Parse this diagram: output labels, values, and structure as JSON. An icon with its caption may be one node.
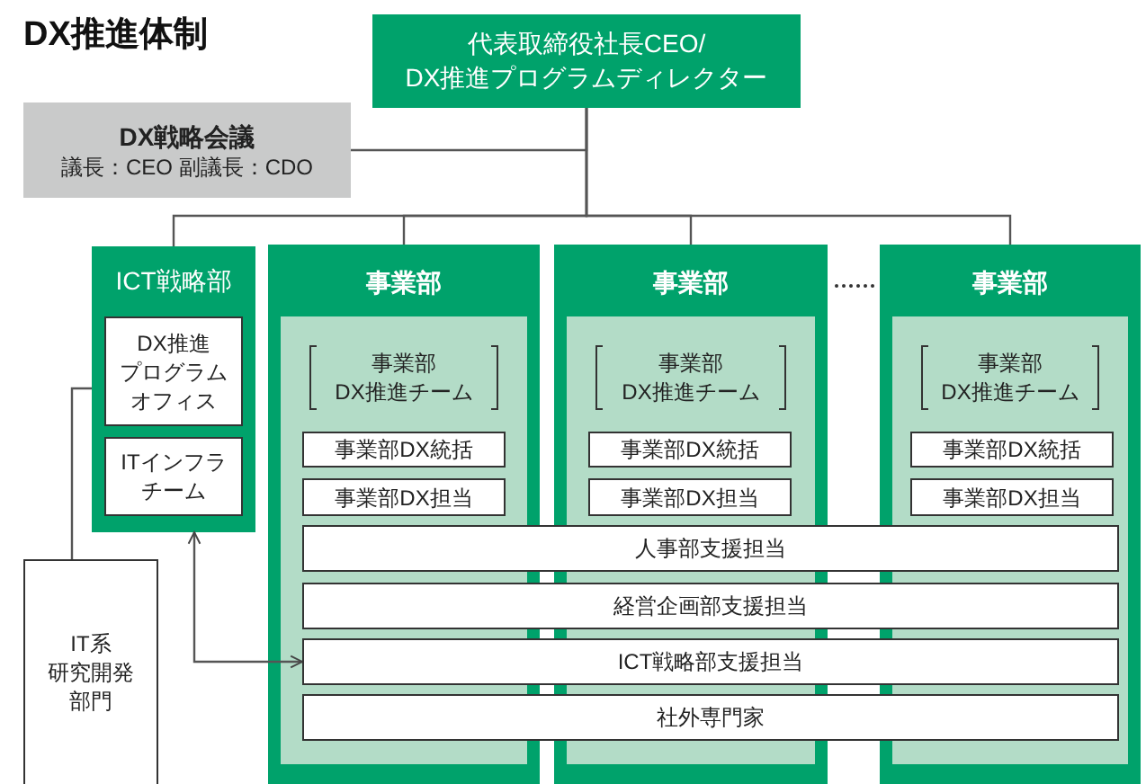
{
  "diagram": {
    "title": "DX推進体制",
    "nodes": [
      {
        "text": [
          "代表取締役社長CEO/DX推進プログラムディレクター"
        ]
      },
      {
        "text": [
          "DX戦略会議",
          "議長：CEO 副議長：CDO"
        ]
      },
      {
        "text": [
          "ICT戦略部"
        ]
      },
      {
        "text": [
          "DX推進プログラムオフィス"
        ],
        "in": 2
      },
      {
        "text": [
          "ITインフラチーム"
        ],
        "in": 2
      },
      {
        "text": [
          "事業部",
          "事業部DX推進チーム"
        ]
      },
      {
        "text": [
          "事業部DX統括"
        ],
        "in": 5
      },
      {
        "text": [
          "事業部DX担当"
        ],
        "in": 5
      },
      {
        "text": [
          "事業部",
          "事業部DX推進チーム"
        ]
      },
      {
        "text": [
          "事業部DX統括"
        ],
        "in": 8
      },
      {
        "text": [
          "事業部DX担当"
        ],
        "in": 8
      },
      {
        "text": [
          "事業部",
          "事業部DX推進チーム"
        ]
      },
      {
        "text": [
          "事業部DX統括"
        ],
        "in": 11
      },
      {
        "text": [
          "事業部DX担当"
        ],
        "in": 11
      },
      {
        "text": [
          "人事部支援担当"
        ]
      },
      {
        "text": [
          "経営企画部支援担当"
        ]
      },
      {
        "text": [
          "ICT戦略部支援担当"
        ]
      },
      {
        "text": [
          "社外専門家"
        ]
      },
      {
        "text": [
          "IT系研究開発部門"
        ]
      }
    ],
    "edges": [
      {
        "from": 0,
        "to": 1,
        "arrow": "none"
      },
      {
        "from": 0,
        "to": 2,
        "arrow": "none"
      },
      {
        "from": 0,
        "to": 5,
        "arrow": "none"
      },
      {
        "from": 0,
        "to": 8,
        "arrow": "none"
      },
      {
        "from": 0,
        "to": 11,
        "arrow": "none"
      },
      {
        "from": 18,
        "to": 2,
        "arrow": "none"
      },
      {
        "from": 2,
        "to": 16,
        "arrow": "both"
      }
    ]
  }
}
